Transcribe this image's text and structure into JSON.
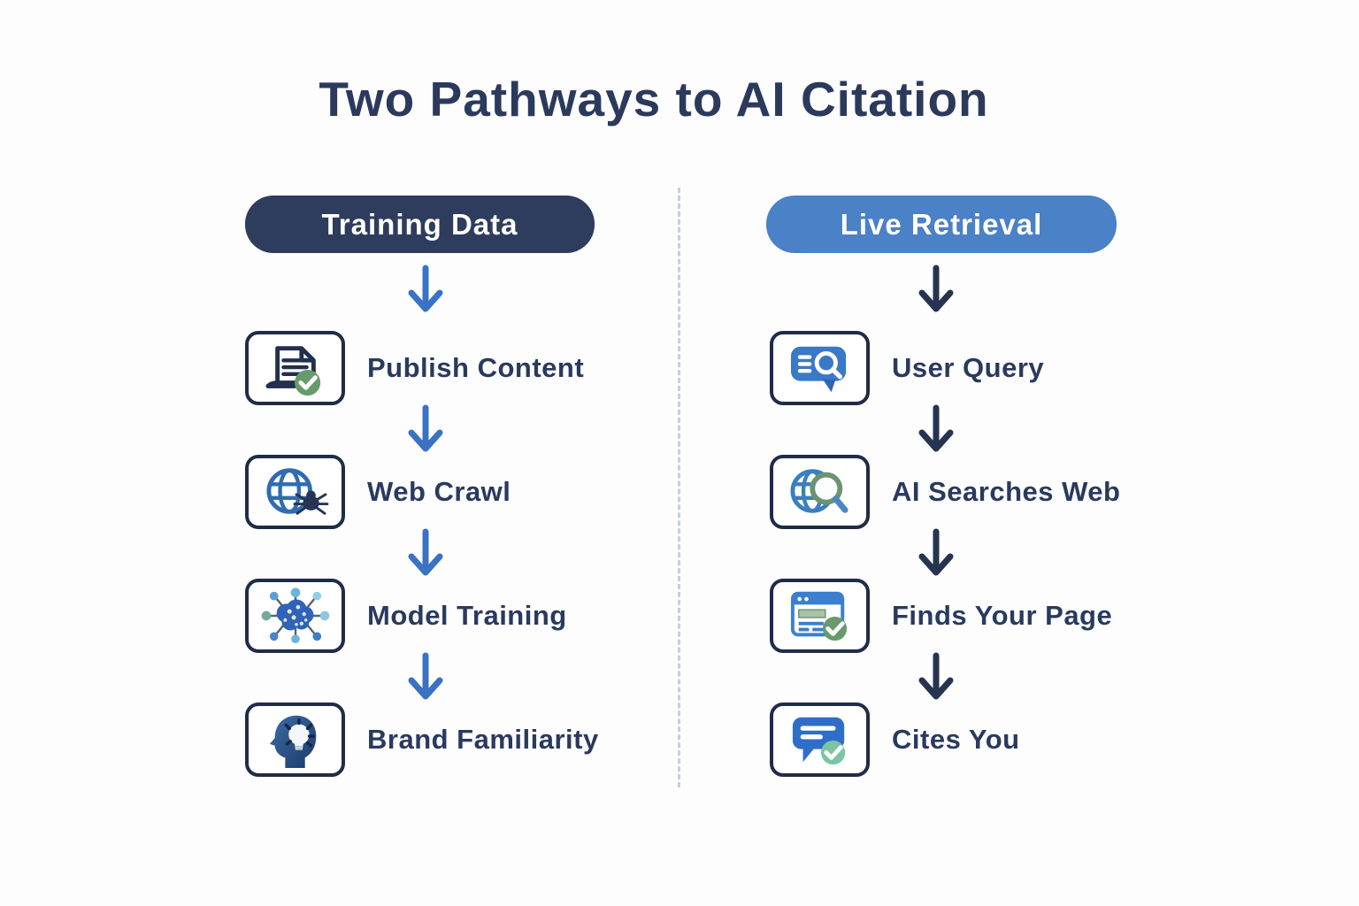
{
  "title": "Two Pathways to AI Citation",
  "columns": [
    {
      "header": "Training Data",
      "header_bg": "#2e3c5e",
      "arrow_color": "#3a72c4",
      "steps": [
        {
          "label": "Publish Content",
          "icon": "document-check-icon"
        },
        {
          "label": "Web Crawl",
          "icon": "globe-spider-icon"
        },
        {
          "label": "Model Training",
          "icon": "brain-network-icon"
        },
        {
          "label": "Brand Familiarity",
          "icon": "head-lightbulb-icon"
        }
      ]
    },
    {
      "header": "Live Retrieval",
      "header_bg": "#4a81c7",
      "arrow_color": "#263450",
      "steps": [
        {
          "label": "User Query",
          "icon": "chat-search-icon"
        },
        {
          "label": "AI Searches Web",
          "icon": "globe-search-icon"
        },
        {
          "label": "Finds Your Page",
          "icon": "page-check-icon"
        },
        {
          "label": "Cites You",
          "icon": "chat-check-icon"
        }
      ]
    }
  ],
  "colors": {
    "background": "#fdfdfe",
    "title_text": "#2b3a5c",
    "label_text": "#2a3a5e",
    "header_text": "#ffffff",
    "icon_border": "#1f2c49",
    "globe_blue": "#2f6cb3",
    "bubble_blue": "#3a78c8",
    "check_green": "#679a6d",
    "check_teal": "#7cc5a3",
    "divider": "#c9ced8"
  }
}
